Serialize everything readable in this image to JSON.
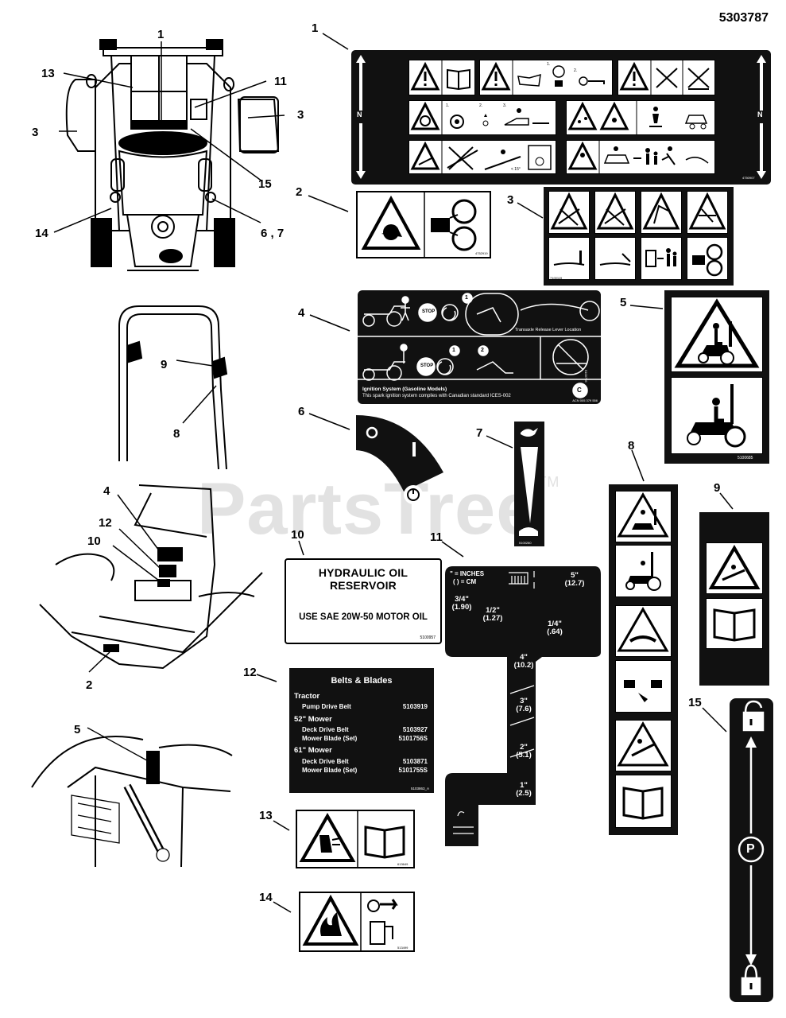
{
  "diagram": {
    "part_number": "5303787",
    "watermark": "PartsTree",
    "watermark_tm": "TM",
    "callouts": [
      "1",
      "2",
      "3",
      "4",
      "5",
      "6",
      "7",
      "8",
      "9",
      "10",
      "11",
      "12",
      "13",
      "14",
      "15"
    ],
    "locator_callouts": {
      "top": [
        "1",
        "13",
        "11",
        "3",
        "3",
        "15",
        "14",
        "6 , 7"
      ],
      "handle": [
        "9",
        "8"
      ],
      "deck": [
        "4",
        "12",
        "10",
        "2"
      ],
      "frame": [
        "5"
      ]
    },
    "decal_10": {
      "title": "HYDRAULIC OIL RESERVOIR",
      "text": "USE SAE 20W-50 MOTOR OIL",
      "pn": "5100957"
    },
    "decal_12": {
      "title": "Belts & Blades",
      "sections": [
        {
          "name": "Tractor",
          "rows": [
            [
              "Pump Drive Belt",
              "5103919"
            ]
          ]
        },
        {
          "name": "52\" Mower",
          "rows": [
            [
              "Deck Drive Belt",
              "5103927"
            ],
            [
              "Mower Blade (Set)",
              "5101756S"
            ]
          ]
        },
        {
          "name": "61\" Mower",
          "rows": [
            [
              "Deck Drive Belt",
              "5103871"
            ],
            [
              "Mower Blade (Set)",
              "5101755S"
            ]
          ]
        }
      ],
      "pn": "5103863_A"
    },
    "decal_4": {
      "transaxle": "Transaxle Release Lever Location",
      "ignition_title": "Ignition System (Gasoline Models)",
      "ignition_text": "This spark ignition system complies with Canadian standard ICES-002",
      "stop": "STOP",
      "acn": "ACN 005 379 556",
      "pn": "5100705",
      "step1": "1",
      "step2": "2"
    },
    "decal_11": {
      "legend1": "\" = INCHES",
      "legend2": "( ) = CM",
      "heights": [
        [
          "5\"",
          "(12.7)"
        ],
        [
          "3/4\"",
          "(1.90)"
        ],
        [
          "1/2\"",
          "(1.27)"
        ],
        [
          "1/4\"",
          "(.64)"
        ],
        [
          "4\"",
          "(10.2)"
        ],
        [
          "3\"",
          "(7.6)"
        ],
        [
          "2\"",
          "(5.1)"
        ],
        [
          "1\"",
          "(2.5)"
        ]
      ]
    },
    "decal_pns": {
      "d1": "4750907",
      "d2": "4752919",
      "d3": "7100119",
      "d5": "5100685",
      "d7": "5100280",
      "d13": "613649",
      "d14": "513499"
    },
    "decal_1_small": {
      "n": "N",
      "s1": "1.",
      "s2": "2.",
      "s3": "3."
    },
    "decal_6": {
      "o": "O",
      "i": "I"
    },
    "decal_4_icon": {
      "c": "C"
    },
    "decal_1_angle": "< 15°",
    "decal_15": {
      "p": "P"
    }
  }
}
